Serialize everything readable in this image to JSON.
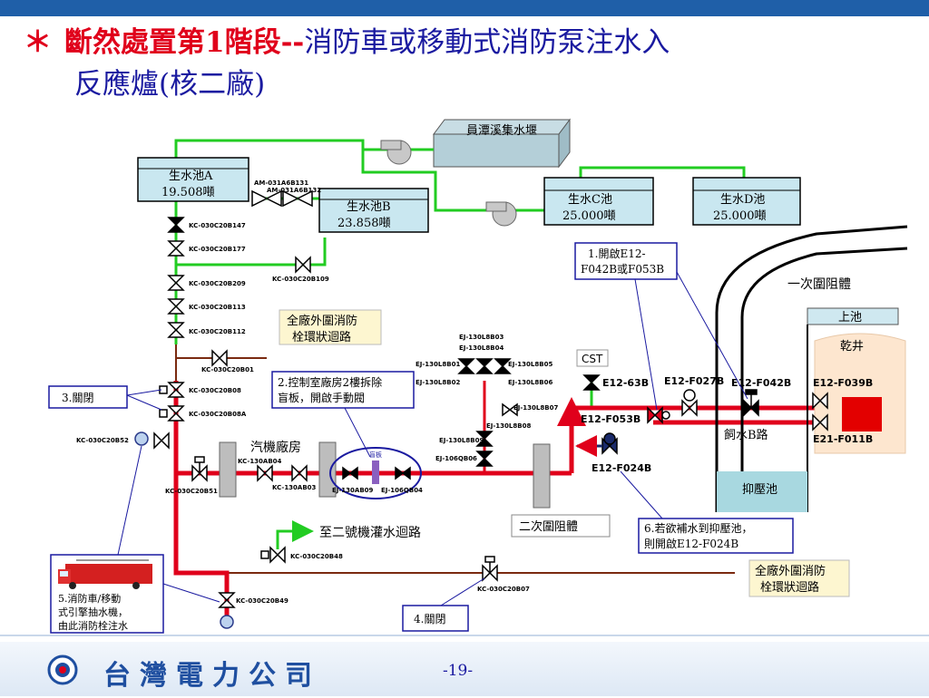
{
  "title": {
    "star": "＊",
    "red": "斷然處置第1階段--",
    "rest": "消防車或移動式消防泵注水入",
    "line2": "反應爐(核二廠)"
  },
  "tanks": {
    "a_name": "生水池A",
    "a_value": "19.508噸",
    "b_name": "生水池B",
    "b_value": "23.858噸",
    "c_name": "生水C池",
    "c_value": "25.000噸",
    "d_name": "生水D池",
    "d_value": "25.000噸"
  },
  "weir": "員潭溪集水堰",
  "valves": {
    "am1": "AM-031A6B131",
    "am2": "AM-031A6B132",
    "kc147": "KC-030C20B147",
    "kc177": "KC-030C20B177",
    "kc209": "KC-030C20B209",
    "kc109": "KC-030C20B109",
    "kc113": "KC-030C20B113",
    "kc112": "KC-030C20B112",
    "kc01": "KC-030C20B01",
    "kc08": "KC-030C20B08",
    "kc08a": "KC-030C20B08A",
    "kc52": "KC-030C20B52",
    "kc51": "KC-030C20B51",
    "kc130b04": "KC-130AB04",
    "kc130b03": "KC-130AB03",
    "kc48": "KC-030C20B48",
    "kc49": "KC-030C20B49",
    "kc07": "KC-030C20B07",
    "ej03": "EJ-130L8B03",
    "ej04": "EJ-130L8B04",
    "ej01": "EJ-130L8B01",
    "ej05": "EJ-130L8B05",
    "ej02": "EJ-130L8B02",
    "ej06": "EJ-130L8B06",
    "ej07": "EJ-130L8B07",
    "ej08": "EJ-130L8B08",
    "ej09": "EJ-130L8B09",
    "ej106": "EJ-106QB06",
    "ej130ab09": "EJ-130AB09",
    "ej106b": "EJ-106QB04",
    "e1263": "E12-63B",
    "ef027": "E12-F027B",
    "ef042": "E12-F042B",
    "ef039": "E12-F039B",
    "ef053": "E12-F053B",
    "ef024": "E12-F024B",
    "ef011": "E21-F011B"
  },
  "labels": {
    "loop_top": "全廠外圍消防\n栓環狀迴路",
    "loop_bottom": "全廠外圍消防\n栓環狀迴路",
    "step2": "2.控制室廠房2樓拆除\n盲板，開啟手動閥",
    "step3": "3.關閉",
    "step1": "1.開啟E12-\nF042B或F053B",
    "step4": "4.關閉",
    "step5": "5.消防車/移動\n式引擎抽水機，\n由此消防栓注水",
    "step6": "6.若欲補水到抑壓池，\n則開啟E12-F024B",
    "turbine": "汽機廠房",
    "blind": "盲板",
    "to_unit2": "至二號機灌水迴路",
    "secondary": "二次圍阻體",
    "primary": "一次圍阻體",
    "cst": "CST",
    "upper_pool": "上池",
    "drywell": "乾井",
    "feedwater": "飼水B路",
    "suppression": "抑壓池"
  },
  "footer": {
    "company": "台灣電力公司",
    "page": "-19-"
  },
  "colors": {
    "red_pipe": "#e0001b",
    "green_pipe": "#22cc22",
    "dark_red": "#7a2a10",
    "label_box": "#1a1aa0",
    "header_bar": "#1f5fa8"
  }
}
